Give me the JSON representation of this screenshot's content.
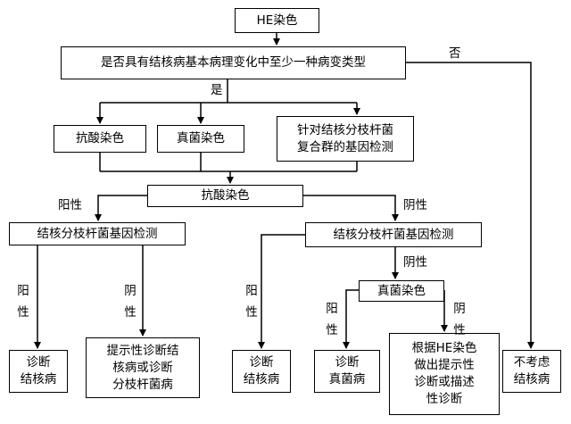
{
  "nodes": {
    "he_stain": "HE染色",
    "question": "是否具有结核病基本病理变化中至少一种病变类型",
    "afb_stain_1": "抗酸染色",
    "fungal_stain_1": "真菌染色",
    "mtb_complex_test": "针对结核分枝杆菌\n复合群的基因检测",
    "afb_stain_2": "抗酸染色",
    "mtb_gene_test_left": "结核分枝杆菌基因检测",
    "mtb_gene_test_right": "结核分枝杆菌基因检测",
    "fungal_stain_2": "真菌染色",
    "result_dx_tb_left": "诊断\n结核病",
    "result_suggestive": "提示性诊断结\n核病或诊断\n分枝杆菌病",
    "result_dx_tb_right": "诊断\n结核病",
    "result_dx_fungal": "诊断\n真菌病",
    "result_he_descriptive": "根据HE染色\n做出提示性\n诊断或描述\n性诊断",
    "result_not_tb": "不考虑\n结核病"
  },
  "edge_labels": {
    "no": "否",
    "yes": "是",
    "afb_positive": "阳性",
    "afb_negative": "阴性",
    "gene_left_positive": "阳\n性",
    "gene_left_negative": "阴\n性",
    "gene_right_positive": "阳\n性",
    "gene_right_negative": "阴性",
    "fungal_positive": "阳\n性",
    "fungal_negative": "阴\n性"
  }
}
